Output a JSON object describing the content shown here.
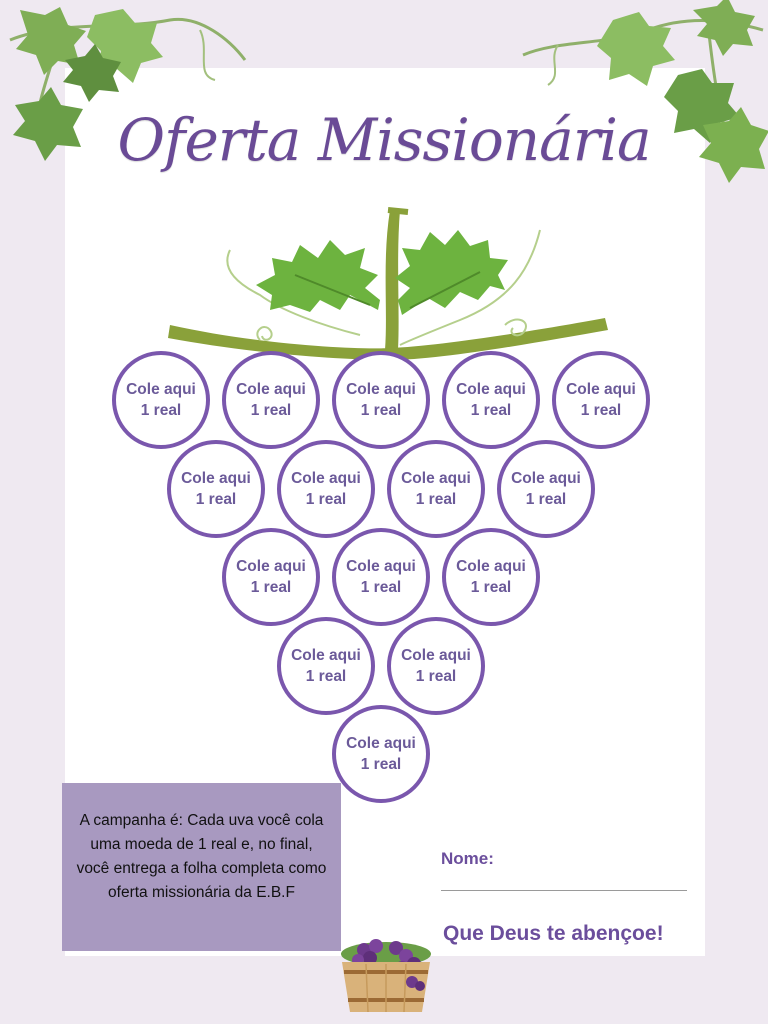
{
  "title": "Oferta Missionária",
  "grapes": {
    "line1": "Cole aqui",
    "line2": "1 real"
  },
  "campaign_text": "A campanha é: Cada uva você cola uma moeda de 1 real e, no final, você entrega a folha completa como oferta missionária da E.B.F",
  "name_label": "Nome:",
  "blessing": "Que Deus te abençoe!",
  "colors": {
    "accent": "#7a57ad",
    "text_purple": "#6b4e9c",
    "box": "#a899c0",
    "leaf": "#6db33f",
    "background": "#efe9f1"
  }
}
